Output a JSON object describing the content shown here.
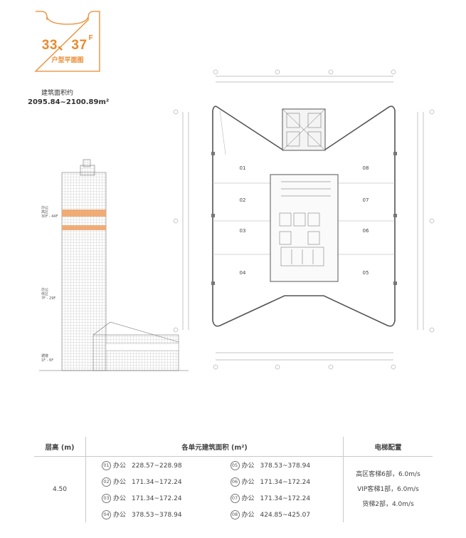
{
  "badge": {
    "floor": "33、37",
    "floor_suffix": "F",
    "subtitle": "户型平面图"
  },
  "area": {
    "label": "建筑面积约",
    "value": "2095.84~2100.89m²"
  },
  "tower_labels": [
    {
      "zone": "办公",
      "range": "高区",
      "floors": "30F - 44F"
    },
    {
      "zone": "办公",
      "range": "低区",
      "floors": "7F - 29F"
    },
    {
      "zone": "裙楼",
      "range": "",
      "floors": "1F - 6F"
    }
  ],
  "plan": {
    "units": [
      "01",
      "02",
      "03",
      "04",
      "05",
      "06",
      "07",
      "08"
    ]
  },
  "table": {
    "headers": {
      "height": "层高 (m)",
      "units": "各单元建筑面积 (m²)",
      "elevators": "电梯配置"
    },
    "height_value": "4.50",
    "units_left": [
      {
        "no": "01",
        "type": "办公",
        "area": "228.57~228.98"
      },
      {
        "no": "02",
        "type": "办公",
        "area": "171.34~172.24"
      },
      {
        "no": "03",
        "type": "办公",
        "area": "171.34~172.24"
      },
      {
        "no": "04",
        "type": "办公",
        "area": "378.53~378.94"
      }
    ],
    "units_right": [
      {
        "no": "05",
        "type": "办公",
        "area": "378.53~378.94"
      },
      {
        "no": "06",
        "type": "办公",
        "area": "171.34~172.24"
      },
      {
        "no": "07",
        "type": "办公",
        "area": "171.34~172.24"
      },
      {
        "no": "08",
        "type": "办公",
        "area": "424.85~425.07"
      }
    ],
    "elevators": [
      "高区客梯6部，6.0m/s",
      "VIP客梯1部，6.0m/s",
      "货梯2部，4.0m/s"
    ]
  }
}
